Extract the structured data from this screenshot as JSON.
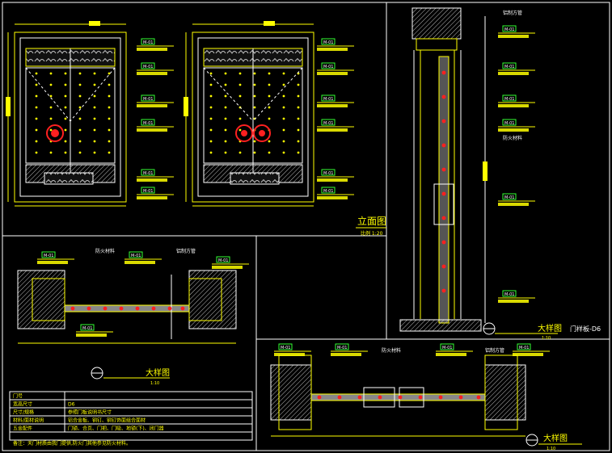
{
  "colors": {
    "background": "#000000",
    "primary_line": "#ffff00",
    "secondary_line": "#ffffff",
    "tag_line": "#33ff33",
    "cyan_line": "#00ffff",
    "accent_red": "#ff2020",
    "hatch": "#c0c0c0"
  },
  "elevation": {
    "title": "立面图",
    "scale": "比例 1:20"
  },
  "section_left": {
    "title": "大样图",
    "scale": "1:10"
  },
  "section_right": {
    "title": "大样图",
    "scale": "1:10"
  },
  "side_section": {
    "title": "大样图",
    "scale": "1:10",
    "drawing_no": "门样板-D6"
  },
  "tags": {
    "ref": "M-01"
  },
  "side_labels": {
    "top_right": "铝制方管",
    "mid_right": "防火材料"
  },
  "plan_labels": {
    "fire_material": "防火材料",
    "aluminium_tube": "铝制方管"
  },
  "table": {
    "rows": [
      {
        "label": "门号",
        "value": ""
      },
      {
        "label": "宽高尺寸",
        "value": "D6"
      },
      {
        "label": "尺寸/规格",
        "value": "参照门板说明书尺寸"
      },
      {
        "label": "材料/面材说明",
        "value": "铝合金板、铜钉、铜钉饰面组合面材"
      },
      {
        "label": "五金配件",
        "value": "门锁、合页、门把、门吸、地锁(下)、闭门器"
      }
    ],
    "note": "备注：天门材质由我门提供,防火门其他参见防火材料。"
  },
  "icons": [
    "section-marker-icon",
    "cloud-ornament-icon",
    "red-handle-ornament-icon"
  ]
}
